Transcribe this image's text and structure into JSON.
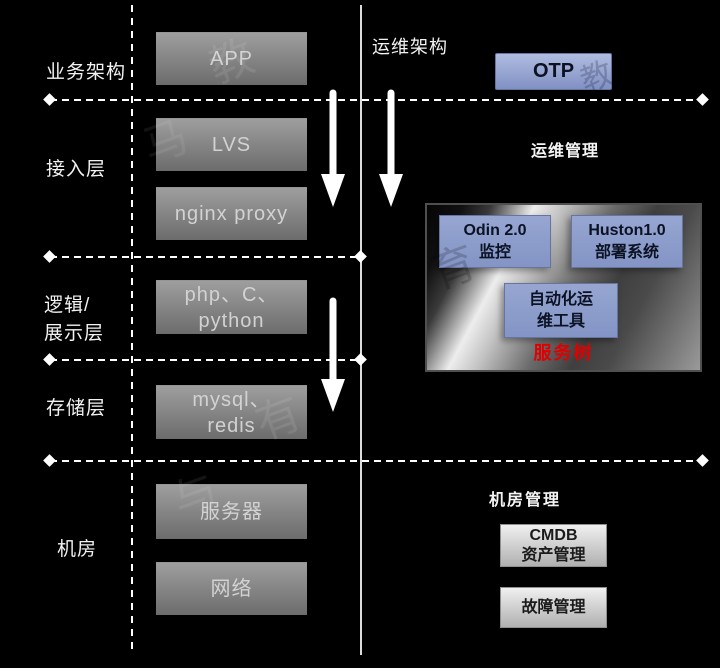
{
  "colors": {
    "background": "#000000",
    "line_white": "#ffffff",
    "gray_box_top": "#9e9e9e",
    "gray_box_bottom": "#6c6c6c",
    "gray_box_text": "#d2d2d2",
    "blue_box_top": "#b0bce0",
    "blue_box_bottom": "#8090c3",
    "blue_box_text": "#0c1224",
    "silver_box_top": "#f0f0f0",
    "silver_box_bottom": "#b0b0b0",
    "caption_red": "#e00000"
  },
  "left_axis": {
    "labels": [
      "业务架构",
      "接入层",
      "逻辑/",
      "展示层",
      "存储层",
      "机房"
    ]
  },
  "stack": {
    "boxes": [
      {
        "line1": "APP",
        "line2": ""
      },
      {
        "line1": "LVS",
        "line2": ""
      },
      {
        "line1": "nginx proxy",
        "line2": ""
      },
      {
        "line1": "php、C、",
        "line2": "python"
      },
      {
        "line1": "mysql、",
        "line2": "redis"
      },
      {
        "line1": "服务器",
        "line2": ""
      },
      {
        "line1": "网络",
        "line2": ""
      }
    ]
  },
  "ops": {
    "title": "运维架构",
    "otp_label": "OTP",
    "mgmt_title": "运维管理",
    "panel": {
      "monitor_line1": "Odin 2.0",
      "monitor_line2": "监控",
      "deploy_line1": "Huston1.0",
      "deploy_line2": "部署系统",
      "auto_line1": "自动化运",
      "auto_line2": "维工具",
      "caption": "服务树"
    },
    "idc_title": "机房管理",
    "cmdb_line1": "CMDB",
    "cmdb_line2": "资产管理",
    "fault_label": "故障管理"
  },
  "watermark": [
    "教",
    "马",
    "有",
    "与",
    "育",
    "教"
  ]
}
